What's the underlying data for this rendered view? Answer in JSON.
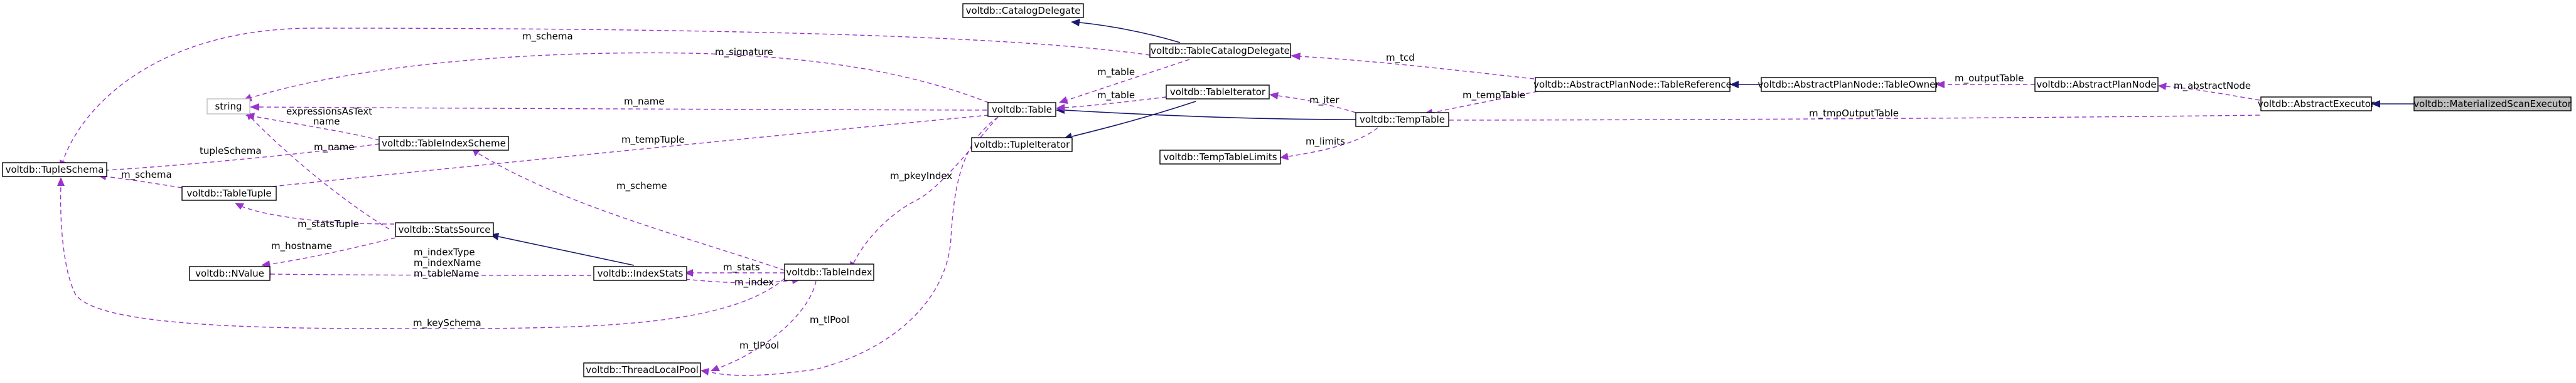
{
  "nodes": {
    "focus": "voltdb::MaterializedScanExecutor",
    "abstract_executor": "voltdb::AbstractExecutor",
    "abstract_plan_node": "voltdb::AbstractPlanNode",
    "table_owner": "voltdb::AbstractPlanNode::TableOwner",
    "table_reference": "voltdb::AbstractPlanNode::TableReference",
    "temp_table": "voltdb::TempTable",
    "temp_table_limits": "voltdb::TempTableLimits",
    "table_iterator": "voltdb::TableIterator",
    "tuple_iterator": "voltdb::TupleIterator",
    "table_catalog_delegate": "voltdb::TableCatalogDelegate",
    "catalog_delegate": "voltdb::CatalogDelegate",
    "table": "voltdb::Table",
    "string": "string",
    "tuple_schema": "voltdb::TupleSchema",
    "table_tuple": "voltdb::TableTuple",
    "table_index_scheme": "voltdb::TableIndexScheme",
    "stats_source": "voltdb::StatsSource",
    "nvalue": "voltdb::NValue",
    "index_stats": "voltdb::IndexStats",
    "table_index": "voltdb::TableIndex",
    "thread_local_pool": "voltdb::ThreadLocalPool"
  },
  "edges": {
    "m_abstractNode": "m_abstractNode",
    "m_tmpOutputTable": "m_tmpOutputTable",
    "m_outputTable": "m_outputTable",
    "m_tempTable": "m_tempTable",
    "m_tcd": "m_tcd",
    "m_iter": "m_iter",
    "m_limits": "m_limits",
    "m_table_1": "m_table",
    "m_table_2": "m_table",
    "m_schema_top": "m_schema",
    "m_signature": "m_signature",
    "m_name_table": "m_name",
    "m_tempTuple": "m_tempTuple",
    "m_pkeyIndex": "m_pkeyIndex",
    "m_tlPool_table": "m_tlPool",
    "expressionsAsText": "expressionsAsText",
    "name_tis": "name",
    "m_name_ss": "m_name",
    "tupleSchema": "tupleSchema",
    "m_schema_tt": "m_schema",
    "m_scheme": "m_scheme",
    "m_statsTuple": "m_statsTuple",
    "m_hostname": "m_hostname",
    "m_indexType": "m_indexType",
    "m_indexName": "m_indexName",
    "m_tableName": "m_tableName",
    "m_stats": "m_stats",
    "m_index": "m_index",
    "m_keySchema": "m_keySchema",
    "m_tlPool_ti": "m_tlPool"
  },
  "colors": {
    "composition_edge": "#9a32cd",
    "inheritance_edge": "#191970",
    "focus_fill": "#bfbfbf",
    "node_border": "#000000",
    "background": "#ffffff"
  }
}
